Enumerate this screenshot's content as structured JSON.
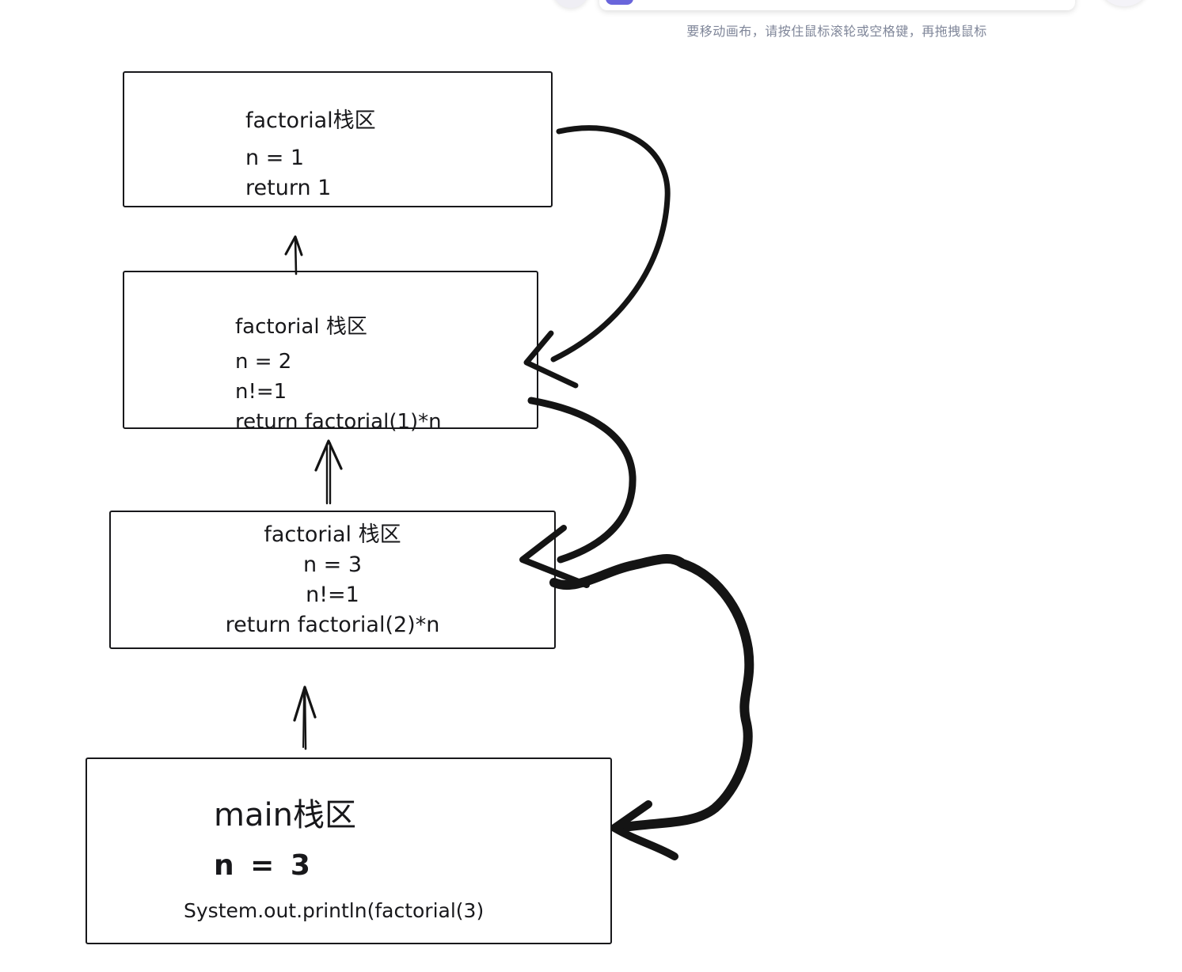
{
  "colors": {
    "accent": "#6965db",
    "ink": "#18181b",
    "hint_text": "#7f8699"
  },
  "canvas_hint": "要移动画布，请按住鼠标滚轮或空格键，再拖拽鼠标",
  "frames": [
    {
      "title": "factorial栈区",
      "lines": [
        "n = 1",
        "return 1"
      ]
    },
    {
      "title": "factorial 栈区",
      "lines": [
        "n = 2",
        "n!=1",
        "return factorial(1)*n"
      ]
    },
    {
      "title": "factorial 栈区",
      "lines": [
        "n = 3",
        "n!=1",
        "return factorial(2)*n"
      ]
    },
    {
      "title": "main栈区",
      "lines": [
        "n = 3",
        "System.out.println(factorial(3)"
      ]
    }
  ]
}
